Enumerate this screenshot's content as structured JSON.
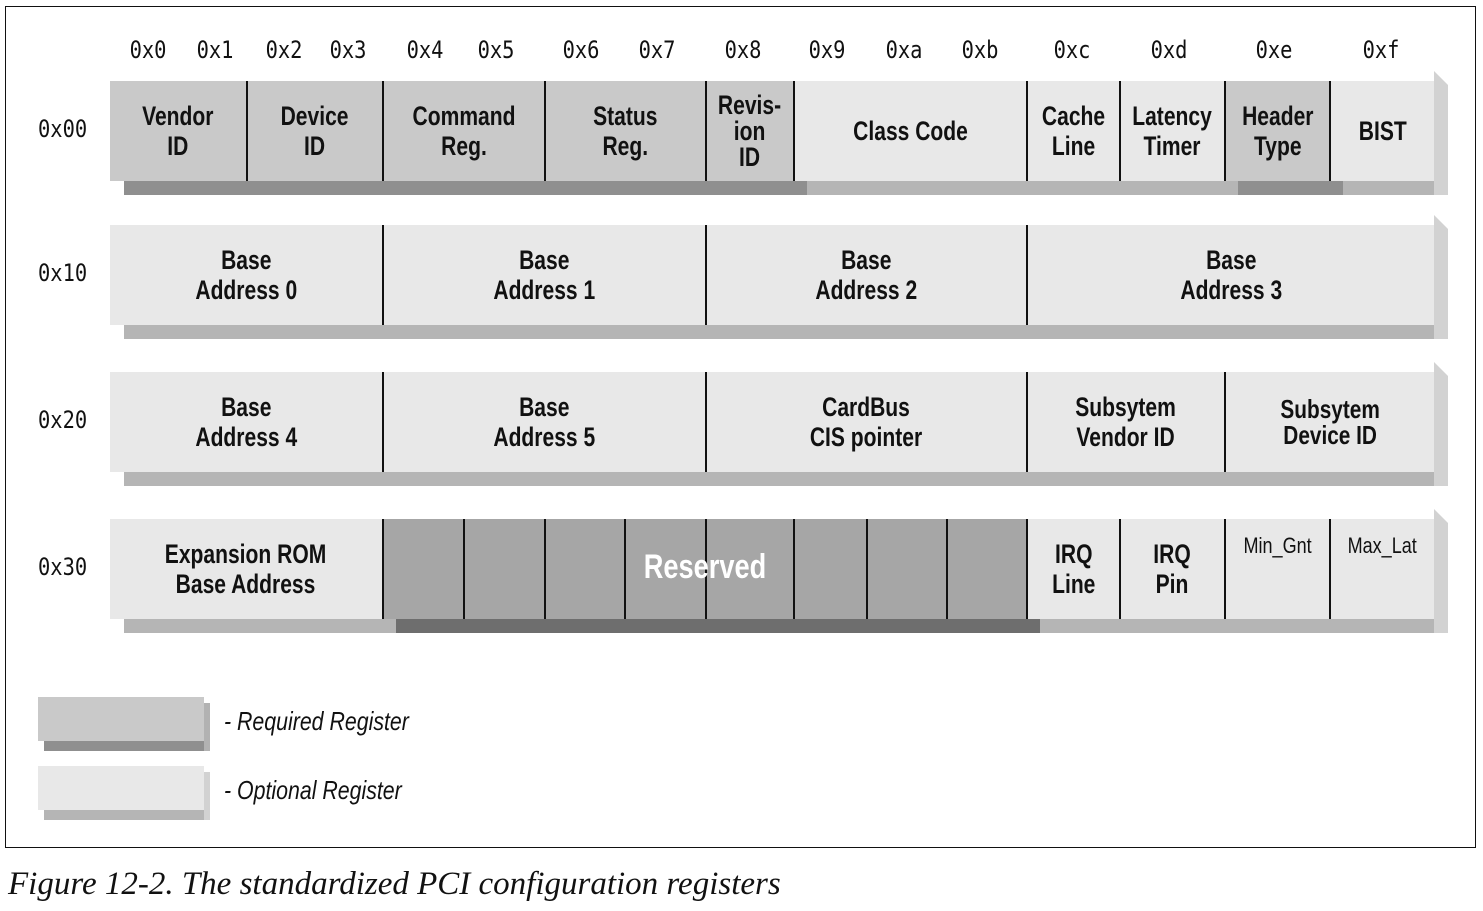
{
  "column_headers": [
    "0x0",
    "0x1",
    "0x2",
    "0x3",
    "0x4",
    "0x5",
    "0x6",
    "0x7",
    "0x8",
    "0x9",
    "0xa",
    "0xb",
    "0xc",
    "0xd",
    "0xe",
    "0xf"
  ],
  "row_headers": [
    "0x00",
    "0x10",
    "0x20",
    "0x30"
  ],
  "colors": {
    "required": "#c9c9c9",
    "optional": "#e8e8e8",
    "reserved": "#a6a6a6",
    "border": "#111111"
  },
  "rows": [
    [
      {
        "label": "Vendor\nID",
        "span": [
          0,
          2
        ],
        "kind": "required"
      },
      {
        "label": "Device\nID",
        "span": [
          2,
          4
        ],
        "kind": "required"
      },
      {
        "label": "Command\nReg.",
        "span": [
          4,
          6
        ],
        "kind": "required"
      },
      {
        "label": "Status\nReg.",
        "span": [
          6,
          8
        ],
        "kind": "required"
      },
      {
        "label": "Revis-\nion\nID",
        "span": [
          8,
          9
        ],
        "kind": "required"
      },
      {
        "label": "Class Code",
        "span": [
          9,
          12
        ],
        "kind": "optional"
      },
      {
        "label": "Cache\nLine",
        "span": [
          12,
          13
        ],
        "kind": "optional"
      },
      {
        "label": "Latency\nTimer",
        "span": [
          13,
          14
        ],
        "kind": "optional"
      },
      {
        "label": "Header\nType",
        "span": [
          14,
          15
        ],
        "kind": "required"
      },
      {
        "label": "BIST",
        "span": [
          15,
          16
        ],
        "kind": "optional"
      }
    ],
    [
      {
        "label": "Base\nAddress 0",
        "span": [
          0,
          4
        ],
        "kind": "optional"
      },
      {
        "label": "Base\nAddress 1",
        "span": [
          4,
          8
        ],
        "kind": "optional"
      },
      {
        "label": "Base\nAddress 2",
        "span": [
          8,
          12
        ],
        "kind": "optional"
      },
      {
        "label": "Base\nAddress 3",
        "span": [
          12,
          16
        ],
        "kind": "optional"
      }
    ],
    [
      {
        "label": "Base\nAddress 4",
        "span": [
          0,
          4
        ],
        "kind": "optional"
      },
      {
        "label": "Base\nAddress 5",
        "span": [
          4,
          8
        ],
        "kind": "optional"
      },
      {
        "label": "CardBus\nCIS pointer",
        "span": [
          8,
          12
        ],
        "kind": "optional"
      },
      {
        "label": "Subsytem\nVendor ID",
        "span": [
          12,
          14
        ],
        "kind": "optional"
      },
      {
        "label": "Subsytem\nDevice ID",
        "span": [
          14,
          16
        ],
        "kind": "optional"
      }
    ],
    [
      {
        "label": "Expansion ROM\nBase Address",
        "span": [
          0,
          4
        ],
        "kind": "optional"
      },
      {
        "label": "",
        "span": [
          4,
          5
        ],
        "kind": "reserved"
      },
      {
        "label": "",
        "span": [
          5,
          6
        ],
        "kind": "reserved"
      },
      {
        "label": "",
        "span": [
          6,
          7
        ],
        "kind": "reserved"
      },
      {
        "label": "",
        "span": [
          7,
          8
        ],
        "kind": "reserved"
      },
      {
        "label": "",
        "span": [
          8,
          9
        ],
        "kind": "reserved"
      },
      {
        "label": "",
        "span": [
          9,
          10
        ],
        "kind": "reserved"
      },
      {
        "label": "",
        "span": [
          10,
          11
        ],
        "kind": "reserved"
      },
      {
        "label": "",
        "span": [
          11,
          12
        ],
        "kind": "reserved"
      },
      {
        "label": "IRQ\nLine",
        "span": [
          12,
          13
        ],
        "kind": "optional"
      },
      {
        "label": "IRQ\nPin",
        "span": [
          13,
          14
        ],
        "kind": "optional"
      },
      {
        "label": "Min_Gnt",
        "span": [
          14,
          15
        ],
        "kind": "optional",
        "style": "small"
      },
      {
        "label": "Max_Lat",
        "span": [
          15,
          16
        ],
        "kind": "optional",
        "style": "small"
      }
    ]
  ],
  "reserved_label": "Reserved",
  "legend": {
    "required": "- Required Register",
    "optional": "- Optional Register"
  },
  "caption": "Figure 12-2. The standardized PCI configuration registers"
}
